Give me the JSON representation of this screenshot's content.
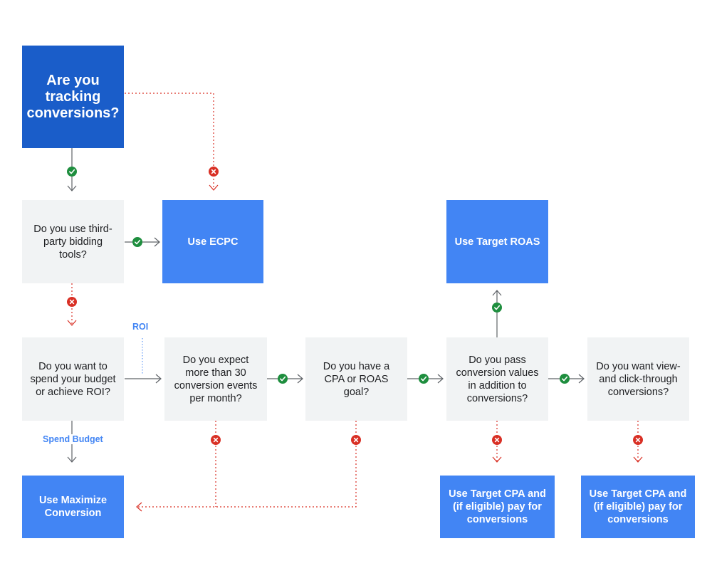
{
  "nodes": {
    "start": "Are you tracking conversions?",
    "q_third_party": "Do you use third-party bidding tools?",
    "a_ecpc": "Use ECPC",
    "a_target_roas": "Use Target ROAS",
    "q_spend_or_roi": "Do you want to spend your budget or achieve ROI?",
    "q_30_conversions": "Do you expect more than 30 conversion events per month?",
    "q_cpa_roas_goal": "Do you have a CPA or ROAS goal?",
    "q_conversion_values": "Do you pass conversion values in addition to conversions?",
    "q_view_click": "Do you want view- and click-through conversions?",
    "a_max_conversion": "Use Maximize Conversion",
    "a_target_cpa_1": "Use Target CPA and (if eligible) pay for conversions",
    "a_target_cpa_2": "Use Target CPA and (if eligible) pay for conversions"
  },
  "edge_labels": {
    "roi": "ROI",
    "spend_budget": "Spend Budget"
  },
  "icons": {
    "yes": "check-icon",
    "no": "x-icon"
  },
  "colors": {
    "start_fill": "#1a5dc9",
    "answer_fill": "#4285f4",
    "question_fill": "#f1f3f4",
    "yes": "#1e8e3e",
    "no": "#d93025",
    "line": "#5f6368"
  }
}
